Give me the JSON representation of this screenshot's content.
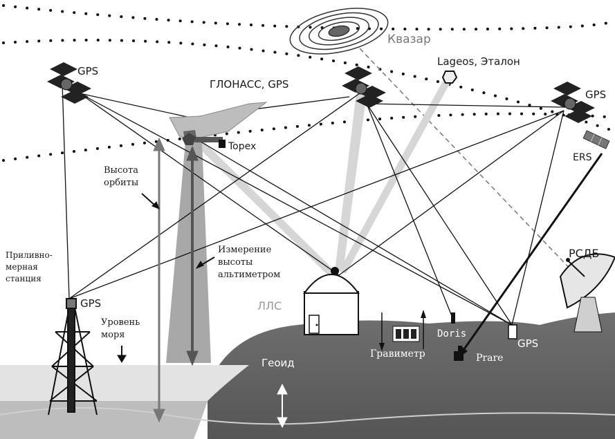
{
  "labels": {
    "gps_left": "GPS",
    "glonass_gps": "ГЛОНАСС, GPS",
    "gps_right": "GPS",
    "quasar": "Квазар",
    "lageos": "Lageos, Эталон",
    "topex": "Topex",
    "ers": "ERS",
    "orbit_height": [
      "Высота",
      "орбиты"
    ],
    "altimeter": [
      "Измерение",
      "высоты",
      "альтиметром"
    ],
    "tide_station": [
      "Приливно-",
      "мерная",
      "станция"
    ],
    "gps_tide": "GPS",
    "sea_level": [
      "Уровень",
      "моря"
    ],
    "lls": "ЛЛС",
    "geoid": "Геоид",
    "gravimeter": "Гравиметр",
    "doris": "Doris",
    "prare": "Prare",
    "gps_ground": "GPS",
    "vlbi": "РСДБ"
  }
}
